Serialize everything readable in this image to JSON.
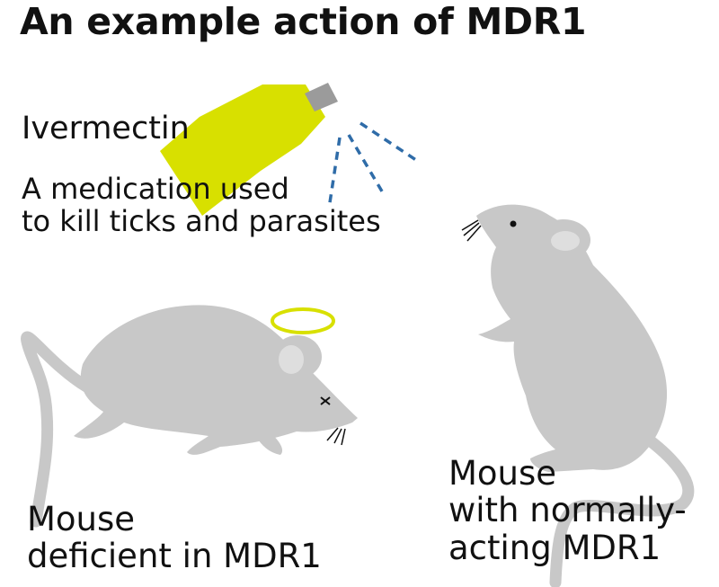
{
  "title": "An example action of MDR1",
  "drug": {
    "name": "Ivermectin",
    "description_lines": [
      "A medication used",
      "to kill ticks and parasites"
    ]
  },
  "mice": {
    "deficient": {
      "label_lines": [
        "Mouse",
        "deficient in MDR1"
      ]
    },
    "normal": {
      "label_lines": [
        "Mouse",
        "with normally-",
        "acting MDR1"
      ]
    }
  },
  "icons": [
    "spray-bottle-icon",
    "spray-mist-icon",
    "halo-icon",
    "mouse-lying-icon",
    "mouse-standing-icon"
  ],
  "colors": {
    "mouse_body": "#c8c8c8",
    "mouse_ear_inner": "#dedede",
    "bottle": "#d8e000",
    "bottle_cap": "#9b9b9b",
    "spray": "#2f6ca8",
    "halo": "#d8e000",
    "text": "#111111"
  }
}
